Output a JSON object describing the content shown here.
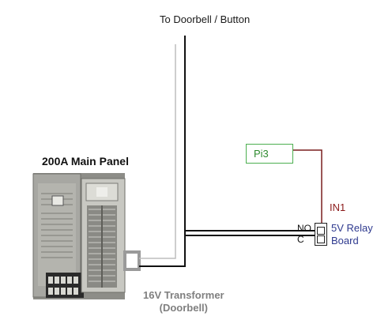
{
  "labels": {
    "top": "To Doorbell / Button",
    "main_panel": "200A Main Panel",
    "transformer_line1": "16V Transformer",
    "transformer_line2": "(Doorbell)",
    "pi": "Pi3",
    "in1": "IN1",
    "no": "NO",
    "c": "C",
    "relay_line1": "5V Relay",
    "relay_line2": "Board"
  },
  "colors": {
    "signal_wire": "#7a1f1f",
    "power_wire": "#111111",
    "neutral_wire": "#bdbdbd",
    "pi_border": "#4caf50",
    "relay_text": "#2f3a8f",
    "transformer_text": "#7f7f7f",
    "panel_body": "#a9a9a3"
  }
}
